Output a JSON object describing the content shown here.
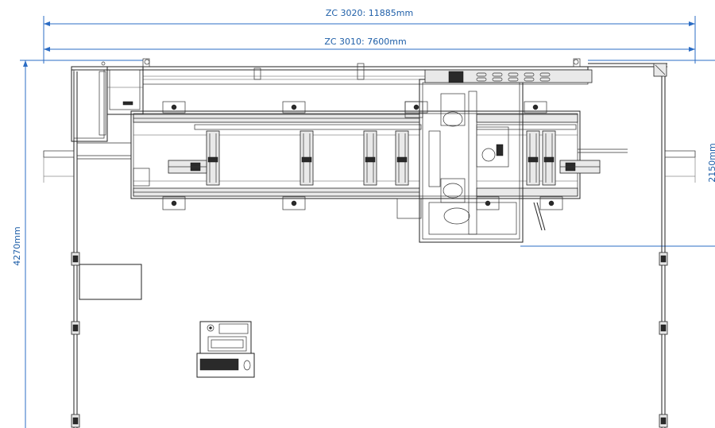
{
  "dimensions": {
    "overall_width": "ZC 3020: 11885mm",
    "machine_width": "ZC 3010: 7600mm",
    "overall_depth": "4270mm",
    "right_depth": "2150mm"
  },
  "colors": {
    "dimension_line": "#2b6cc4",
    "dimension_text": "#1f5fa8",
    "drawing_ink": "#222222"
  }
}
